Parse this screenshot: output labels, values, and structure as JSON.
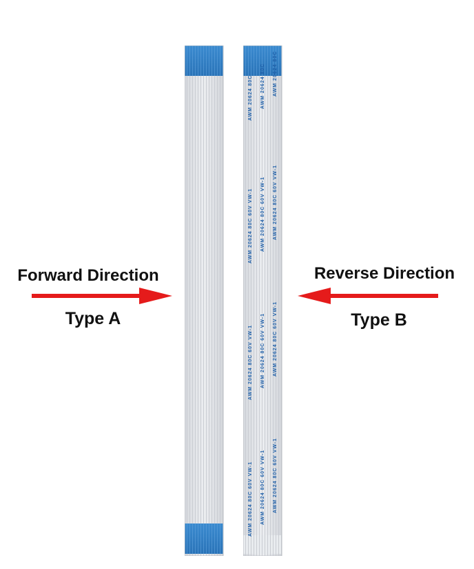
{
  "labels": {
    "forward_direction": "Forward Direction",
    "type_a": "Type A",
    "reverse_direction": "Reverse Direction",
    "type_b": "Type B"
  },
  "cable_print": {
    "line1": "AWM 20624 80C",
    "line2": "AWM 20624 80C 60V VW-1"
  },
  "colors": {
    "arrow": "#e51b1b",
    "connector_blue": "#2f7fc4",
    "cable_body": "#e4e6ea",
    "print_blue": "#1f5fa8"
  }
}
